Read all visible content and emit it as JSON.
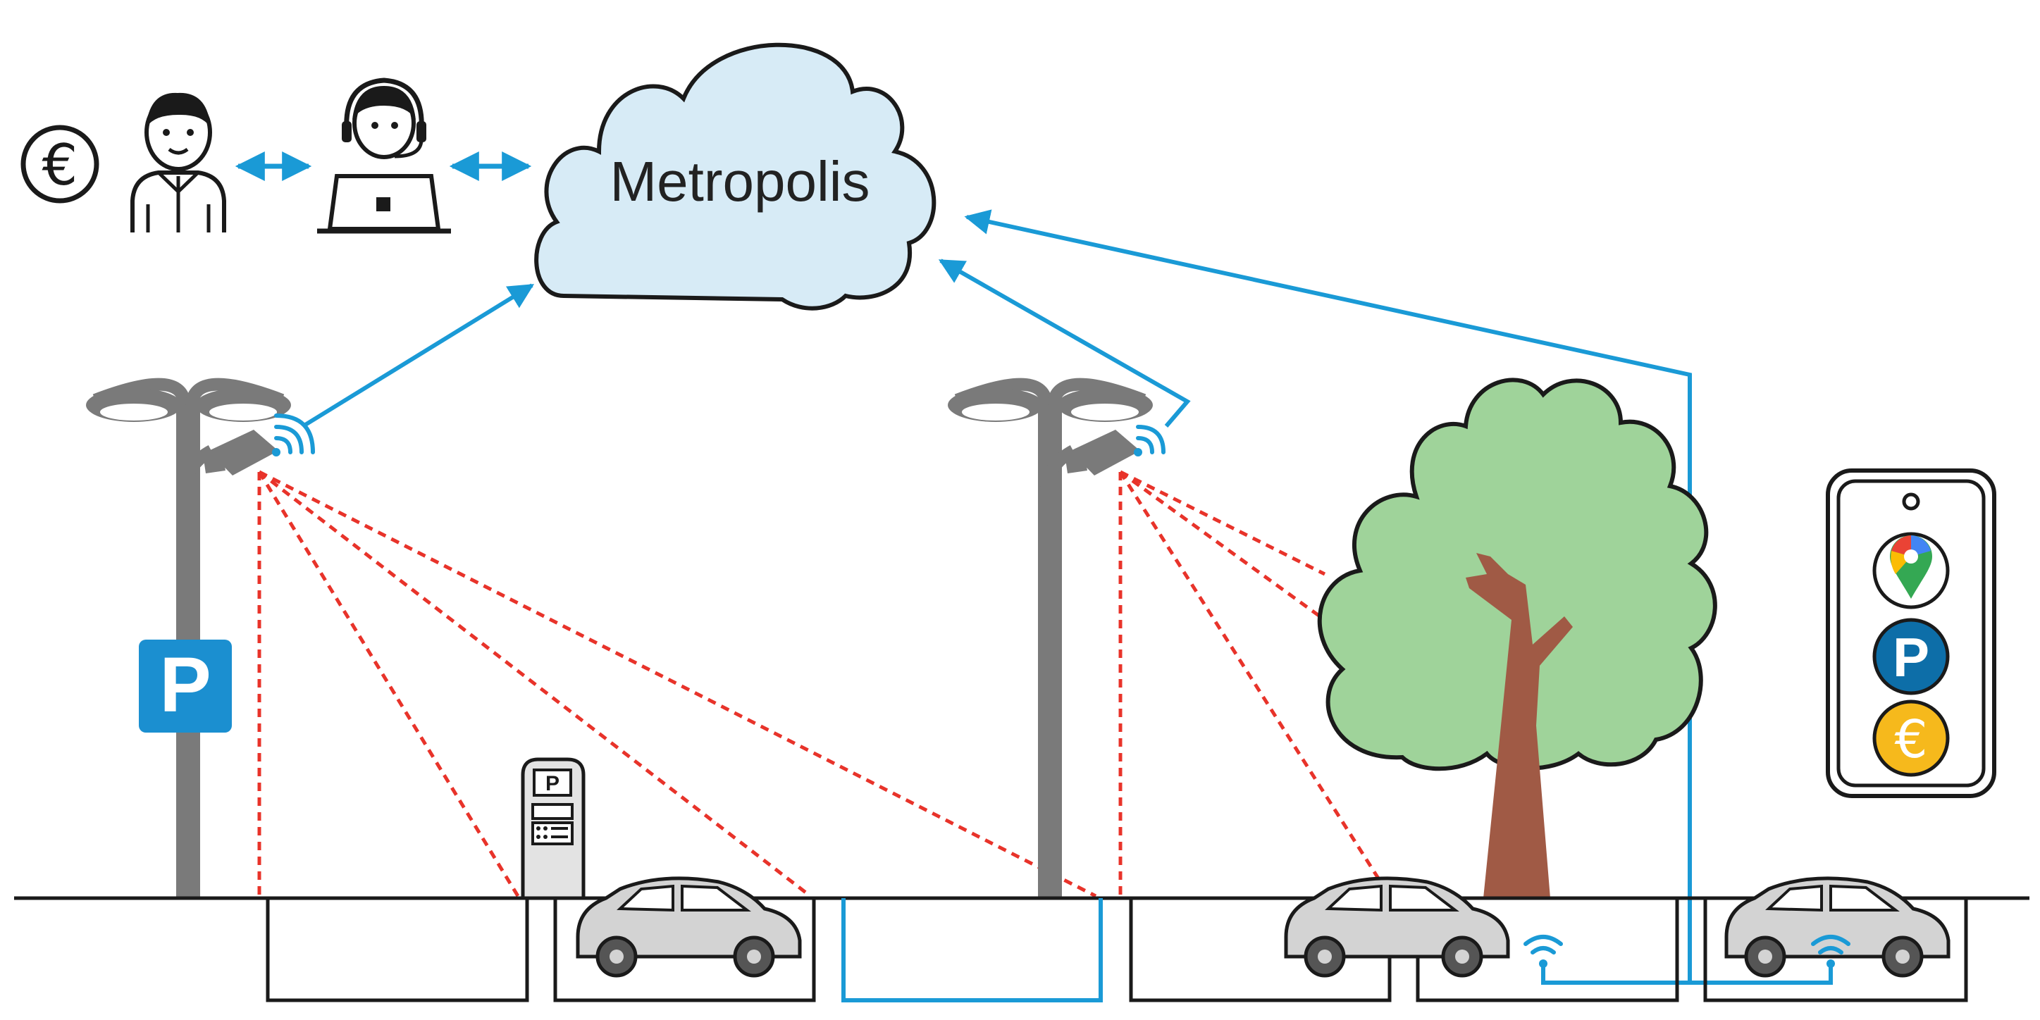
{
  "cloud": {
    "label": "Metropolis",
    "fill": "#d7ebf6"
  },
  "signs": {
    "parking_letter": "P",
    "meter_letter": "P",
    "euro_symbol": "€"
  },
  "phone": {
    "apps": [
      {
        "icon": "map-pin-icon"
      },
      {
        "icon": "parking-icon",
        "letter": "P",
        "color": "#0d6ea8"
      },
      {
        "icon": "euro-coin-icon",
        "letter": "€",
        "color": "#f6b91c"
      }
    ]
  },
  "colors": {
    "link": "#1a9ad6",
    "camera_rays": "#e8332a",
    "pole": "#7a7a7a",
    "parking_sign": "#1b8fd0",
    "tree_foliage": "#9fd39a",
    "tree_trunk": "#a05a45",
    "car_body": "#d3d3d3",
    "outline": "#1a1a1a"
  }
}
